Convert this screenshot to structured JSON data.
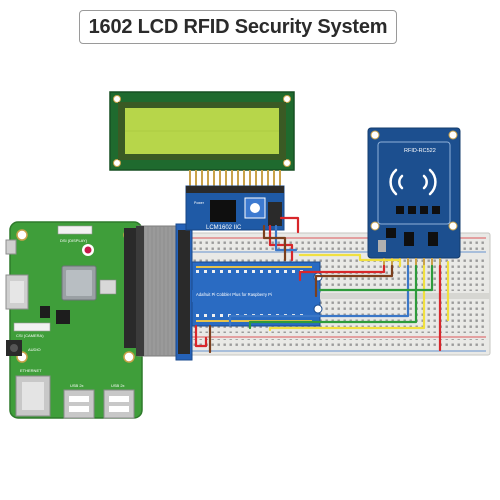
{
  "title": "1602 LCD RFID Security System",
  "lcd_i2c_label": "LCM1602 IIC",
  "lcd_i2c_power_label": "Power",
  "rfid_label": "RFID-RC522",
  "cobbler_label": "Adafruit Pi Cobbler Plus for Raspberry Pi",
  "pi_labels": {
    "dsi": "DSI (DISPLAY)",
    "csi": "CSI (CAMERA)",
    "audio": "AUDIO",
    "ethernet": "ETHERNET",
    "usb1": "USB 2x",
    "usb2": "USB 2x"
  },
  "colors": {
    "pcb_green": "#3f9e3a",
    "lcd_screen": "#b7d64a",
    "lcd_frame": "#3a5a24",
    "module_blue": "#1f5aa6",
    "rfid_blue": "#1c4f8f",
    "wire_red": "#d8262a",
    "wire_yellow": "#f0e040",
    "wire_green": "#2e9b3b",
    "wire_blue": "#3a77c7",
    "wire_brown": "#7b3f1d"
  }
}
